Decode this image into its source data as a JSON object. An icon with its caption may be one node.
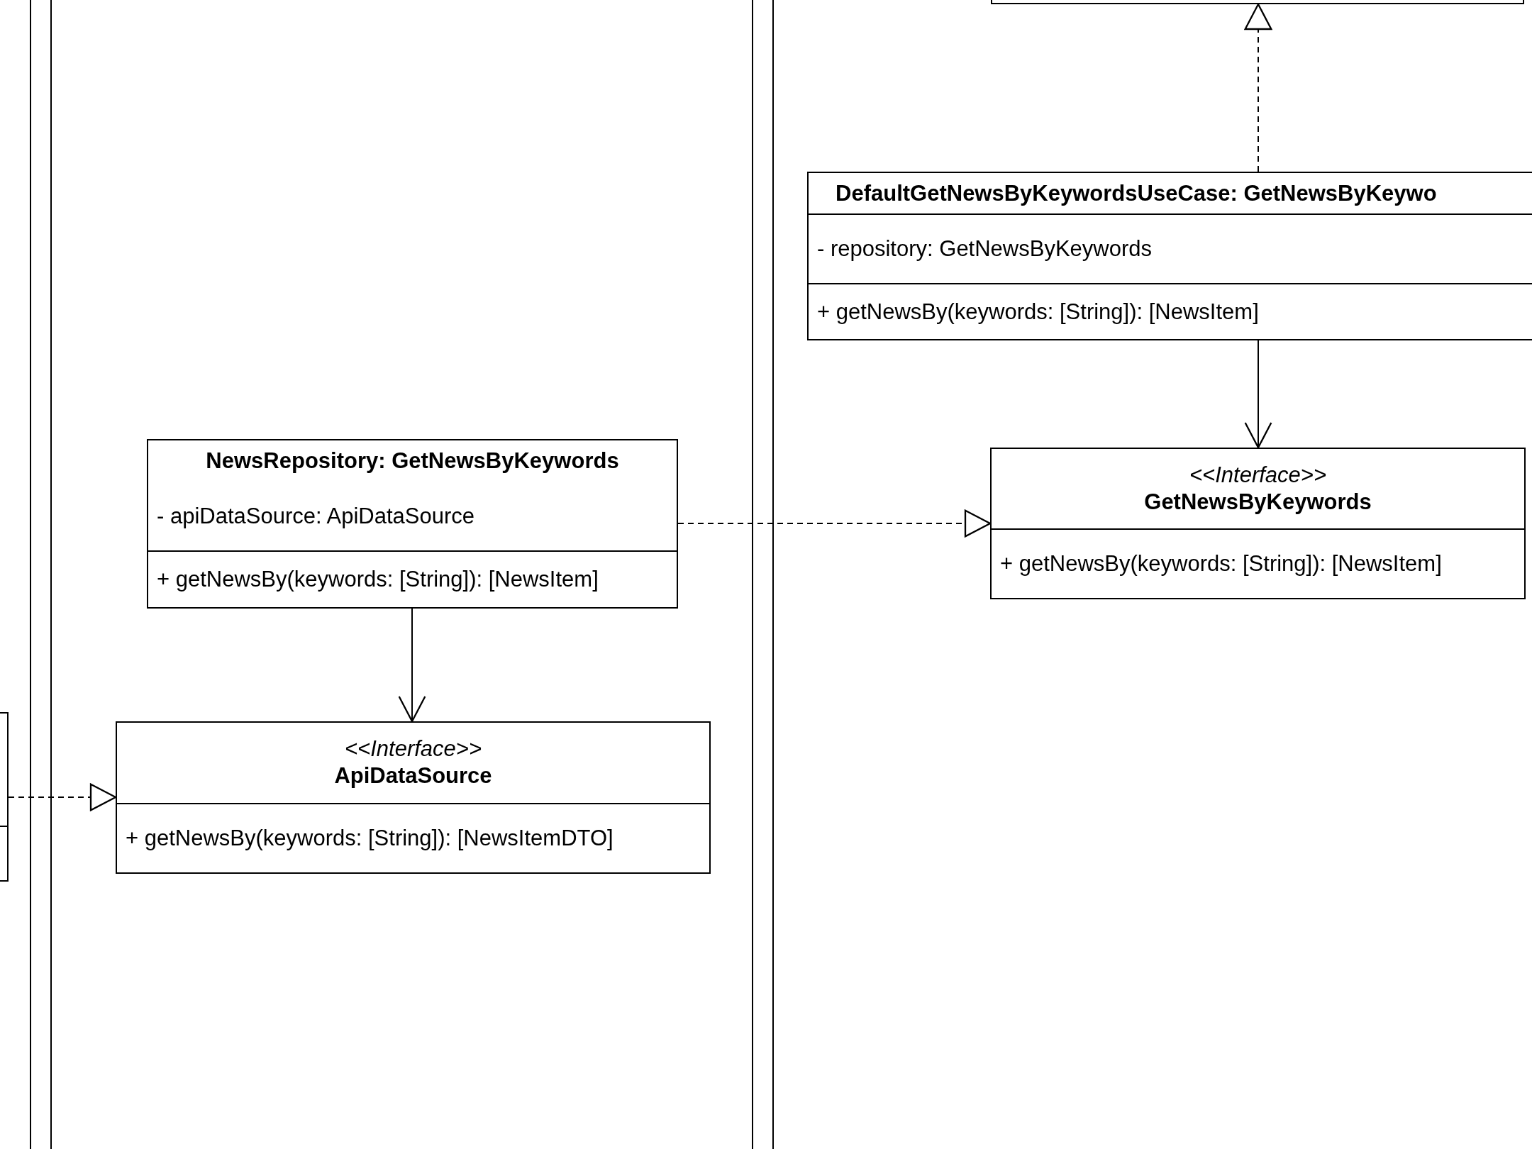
{
  "diagram": {
    "nodes": [
      {
        "text": [],
        "shape": "box"
      },
      {
        "text": [
          "DefaultGetNewsByKeywordsUseCase: GetNewsByKeywo",
          "- repository: GetNewsByKeywords",
          "+ getNewsBy(keywords: [String]): [NewsItem]"
        ]
      },
      {
        "text": [
          "<<Interface>>",
          "GetNewsByKeywords",
          "+ getNewsBy(keywords: [String]): [NewsItem]"
        ]
      },
      {
        "text": [
          "NewsRepository: GetNewsByKeywords",
          "- apiDataSource: ApiDataSource",
          "+ getNewsBy(keywords: [String]): [NewsItem]"
        ]
      },
      {
        "text": [
          "<<Interface>>",
          "ApiDataSource",
          "+ getNewsBy(keywords: [String]): [NewsItemDTO]"
        ]
      },
      {
        "text": [],
        "shape": "box"
      }
    ],
    "edges": [
      {
        "from": 1,
        "to": 0,
        "arrow": "to",
        "style": "dashed"
      },
      {
        "from": 1,
        "to": 2,
        "arrow": "to"
      },
      {
        "from": 3,
        "to": 2,
        "arrow": "to",
        "style": "dashed"
      },
      {
        "from": 3,
        "to": 4,
        "arrow": "to"
      },
      {
        "from": 5,
        "to": 4,
        "arrow": "to",
        "style": "dashed"
      }
    ]
  }
}
